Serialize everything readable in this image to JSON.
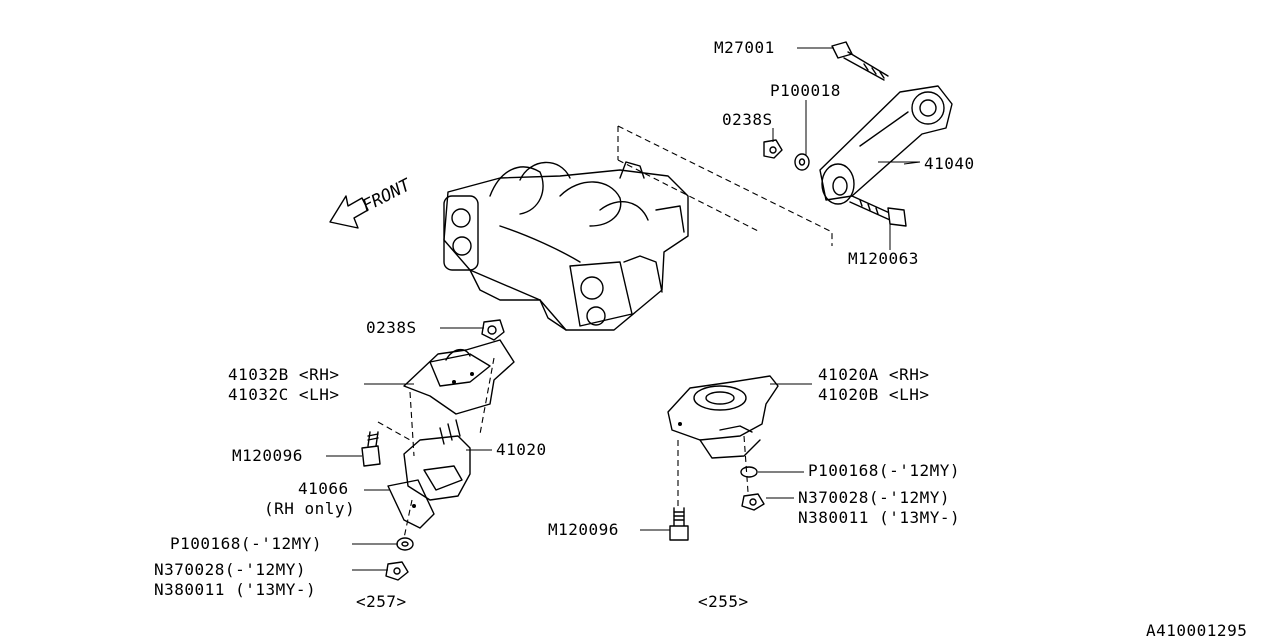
{
  "diagram": {
    "front_label": "FRONT",
    "figure_id": "A410001295",
    "callouts": {
      "m27001": "M27001",
      "p100018": "P100018",
      "s0238_top": "0238S",
      "p41040": "41040",
      "m120063": "M120063",
      "s0238_left": "0238S",
      "p41032b": "41032B <RH>",
      "p41032c": "41032C <LH>",
      "m120096_left": "M120096",
      "p41020": "41020",
      "p41066": "41066",
      "rh_only": "(RH only)",
      "p100168_left": "P100168(-'12MY)",
      "n370028_left": "N370028(-'12MY)",
      "n380011_left": "N380011 ('13MY-)",
      "group_257": "<257>",
      "p41020a": "41020A <RH>",
      "p41020b": "41020B <LH>",
      "p100168_right": "P100168(-'12MY)",
      "n370028_right": "N370028(-'12MY)",
      "n380011_right": "N380011 ('13MY-)",
      "m120096_right": "M120096",
      "group_255": "<255>"
    }
  }
}
